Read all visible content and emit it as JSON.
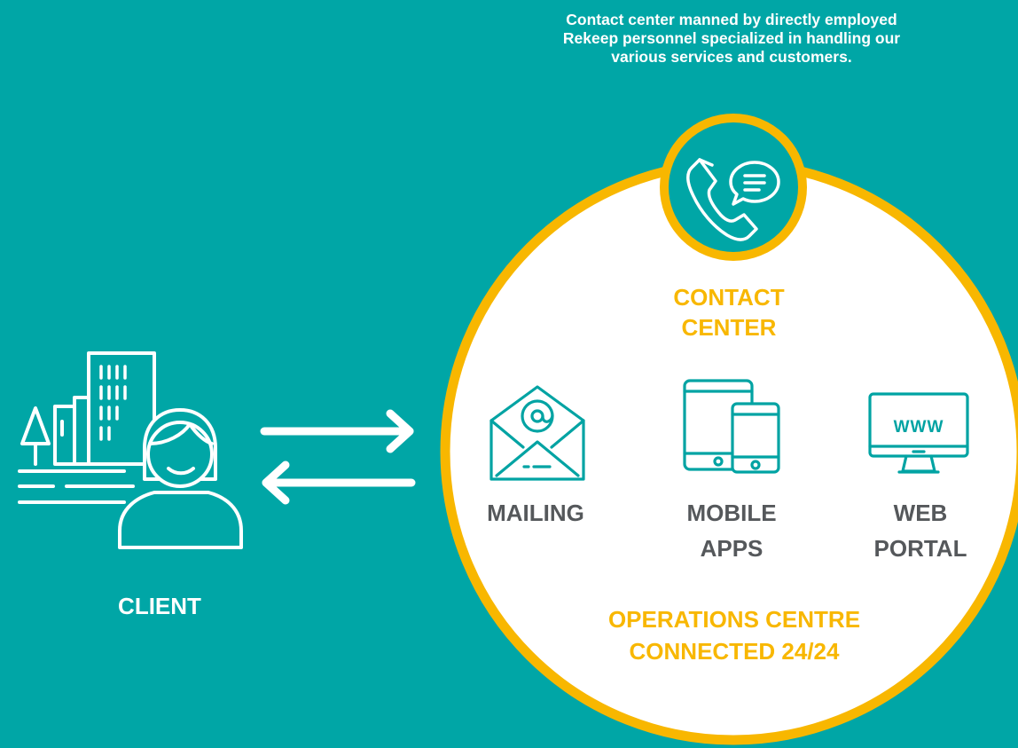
{
  "intro_text": "Contact center manned by directly employed Rekeep personnel specialized in handling our various services and customers.",
  "client": {
    "label": "CLIENT"
  },
  "contact_center": {
    "label": "CONTACT CENTER"
  },
  "channels": [
    {
      "label": "MAILING",
      "icon": "envelope-email-icon"
    },
    {
      "label": "MOBILE APPS",
      "icon": "tablet-phone-icon"
    },
    {
      "label": "WEB PORTAL",
      "icon": "monitor-www-icon"
    }
  ],
  "web_icon_text": "WWW",
  "operations": {
    "label": "OPERATIONS CENTRE CONNECTED 24/24"
  },
  "colors": {
    "background": "#00a6a6",
    "accent_yellow": "#f8b700",
    "icon_teal": "#00a3a3",
    "label_gray": "#55585b",
    "white": "#ffffff"
  }
}
